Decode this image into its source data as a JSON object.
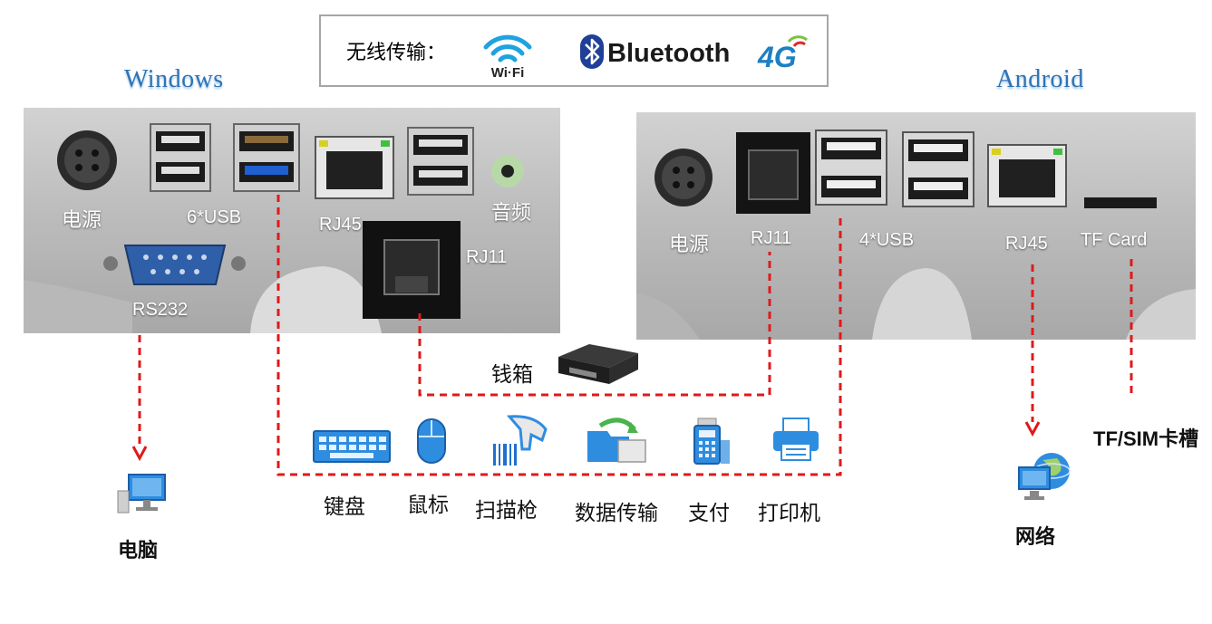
{
  "wireless": {
    "label": "无线传输：",
    "wifi_text": "Wi·Fi",
    "bluetooth_text": "Bluetooth",
    "lte_text": "4G"
  },
  "windows": {
    "title": "Windows",
    "ports": {
      "power": "电源",
      "usb": "6*USB",
      "rj45": "RJ45",
      "audio": "音频",
      "rj11": "RJ11",
      "rs232": "RS232"
    }
  },
  "android": {
    "title": "Android",
    "ports": {
      "power": "电源",
      "rj11": "RJ11",
      "usb": "4*USB",
      "rj45": "RJ45",
      "tf": "TF Card"
    }
  },
  "devices": {
    "cash_drawer": "钱箱",
    "keyboard": "键盘",
    "mouse": "鼠标",
    "scanner": "扫描枪",
    "data_transfer": "数据传输",
    "payment": "支付",
    "printer": "打印机",
    "computer": "电脑",
    "network": "网络",
    "tf_sim": "TF/SIM卡槽"
  },
  "colors": {
    "title_blue": "#2e74b5",
    "connector_red": "#e0191b",
    "usb3_blue": "#1f5fd0"
  }
}
